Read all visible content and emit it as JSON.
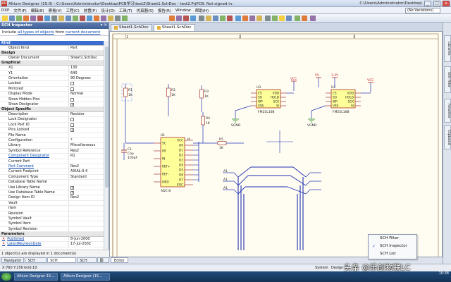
{
  "window": {
    "app_icon": "AD",
    "title": "Altium Designer (15.0) - C:\\Users\\Administrator\\Desktop\\PCB学习\\test2\\Sheet1.SchDoc - test2.PrjPCB. Not signed in.",
    "path_right": "C:\\Users\\Administrator\\Desktop\\",
    "min": "_",
    "max": "□",
    "close": "x"
  },
  "menu": [
    "DXP",
    "文件(F)",
    "编辑(E)",
    "察看(V)",
    "工程(C)",
    "放置(P)",
    "设计(D)",
    "工具(T)",
    "仿真器(S)",
    "报告(R)",
    "Window",
    "帮助(H)"
  ],
  "version_box": "(No Variations)",
  "panel": {
    "title": "SCH Inspector",
    "scope_prefix": "Include",
    "scope_link": "all types of objects",
    "scope_mid": "from",
    "scope_link2": "current document",
    "sections": [
      {
        "name": "Kind",
        "active": true,
        "rows": [
          {
            "k": "Object Kind",
            "v": "Part"
          }
        ]
      },
      {
        "name": "Design",
        "rows": [
          {
            "k": "Owner Document",
            "v": "Sheet1.SchDoc"
          }
        ]
      },
      {
        "name": "Graphical",
        "rows": [
          {
            "k": "X1",
            "v": "130"
          },
          {
            "k": "Y1",
            "v": "640"
          },
          {
            "k": "Orientation",
            "v": "90 Degrees"
          },
          {
            "k": "Locked",
            "chk": false
          },
          {
            "k": "Mirrored",
            "chk": false
          },
          {
            "k": "Display Mode",
            "v": "Normal"
          },
          {
            "k": "Show Hidden Pins",
            "chk": false
          },
          {
            "k": "Show Designator",
            "chk": true
          }
        ]
      },
      {
        "name": "Object Specific",
        "rows": [
          {
            "k": "Description",
            "v": "Resistor"
          },
          {
            "k": "Lock Designator",
            "chk": false
          },
          {
            "k": "Lock Part ID",
            "chk": false
          },
          {
            "k": "Pins Locked",
            "chk": true
          },
          {
            "k": "File Name",
            "v": ""
          },
          {
            "k": "Configuration",
            "v": "*"
          },
          {
            "k": "Library",
            "v": "Miscellaneous"
          },
          {
            "k": "Symbol Reference",
            "v": "Res2"
          },
          {
            "k": "Component Designator",
            "v": "R1",
            "link": true
          },
          {
            "k": "Current Part",
            "v": ""
          },
          {
            "k": "Part Comment",
            "v": "Res2",
            "link": true
          },
          {
            "k": "Current Footprint",
            "v": "AXIAL-0.4"
          },
          {
            "k": "Component Type",
            "v": "Standard"
          },
          {
            "k": "Database Table Name",
            "v": ""
          },
          {
            "k": "Use Library Name",
            "chk": true
          },
          {
            "k": "Use Database Table Name",
            "chk": true
          },
          {
            "k": "Design Item ID",
            "v": "Res2"
          },
          {
            "k": "Vault",
            "v": ""
          },
          {
            "k": "Item",
            "v": ""
          },
          {
            "k": "Revision",
            "v": ""
          },
          {
            "k": "Symbol Vault",
            "v": ""
          },
          {
            "k": "Symbol Item",
            "v": ""
          },
          {
            "k": "Symbol Revision",
            "v": ""
          }
        ]
      },
      {
        "name": "Parameters",
        "rows": [
          {
            "k": "Published",
            "v": "8-Jun-2000",
            "link": true,
            "x": true
          },
          {
            "k": "LatestRevisionDate",
            "v": "17-Jul-2002",
            "link": true,
            "x": true
          }
        ]
      }
    ],
    "status": "1 object(s) are displayed in 1 document(s)",
    "bottom_tabs": [
      "Navigator",
      "SCH Filter",
      "SCH Inspector",
      "SCH List",
      "图纸"
    ],
    "active_tab": "SCH Inspector"
  },
  "doc_tabs": [
    "Sheet1.SchDoc",
    "Sheet1.SchDoc"
  ],
  "schematic": {
    "border_numbers": [
      "1",
      "2",
      "3"
    ],
    "labels": {
      "r1": "R1",
      "r1v": "1K",
      "r2": "R2",
      "r2v": "1K",
      "r3": "R3",
      "r3v": "1K",
      "r4": "R4",
      "r4v": "1K",
      "r5": "R5",
      "r5v": "1K",
      "c1": "C1",
      "c1a": "Cap",
      "c1b": "100pF",
      "u1": "U1",
      "u1part": "ADC-8",
      "u3": "U3",
      "u3part": "FM25L16B",
      "u2": "U2",
      "u2part": "FM25L16B",
      "vcc1": "VCC",
      "vcc2": "VCC",
      "v5": "5V",
      "v33": "3.3V",
      "sgnd": "SGND",
      "vgnd": "VGND"
    },
    "adc_left": [
      "SC",
      "OE",
      "IN",
      "REF+",
      "REF-",
      "GND"
    ],
    "adc_right": [
      "VCC",
      "D0",
      "D1",
      "D2",
      "D3",
      "D4",
      "D5",
      "D6",
      "D7",
      "EOC"
    ],
    "adc_pin_num": "16",
    "fm_left": [
      "CS",
      "SO",
      "WP",
      "VSS"
    ],
    "fm_right": [
      "VDD",
      "HOLD",
      "SCK",
      "SI"
    ],
    "bus_labels": [
      "A1",
      "A1",
      "A1"
    ]
  },
  "right_tabs": [
    "Libraries",
    "SCH Filter",
    "Favorites",
    "Clipboard"
  ],
  "editor_tab": "Editor",
  "status": {
    "coords": "X:760 Y:250",
    "grid": "Grid:10",
    "system": "System",
    "design_compiler": "Design Co"
  },
  "popup_menu": {
    "items": [
      {
        "label": "SCH Filter",
        "checked": false
      },
      {
        "label": "SCH Inspector",
        "checked": true
      },
      {
        "label": "SCH List",
        "checked": false
      }
    ]
  },
  "taskbar": {
    "tasks": [
      "Altium Designer 15....",
      "Altium Designer (15..."
    ],
    "time": "10:38"
  },
  "watermark": "头条 @乐创物联LC",
  "colors": {
    "wire": "#1e2fb0",
    "component": "#9a1515",
    "ic_fill": "#ffff99",
    "power": "#c02020",
    "gnd": "#2a8f2a"
  }
}
